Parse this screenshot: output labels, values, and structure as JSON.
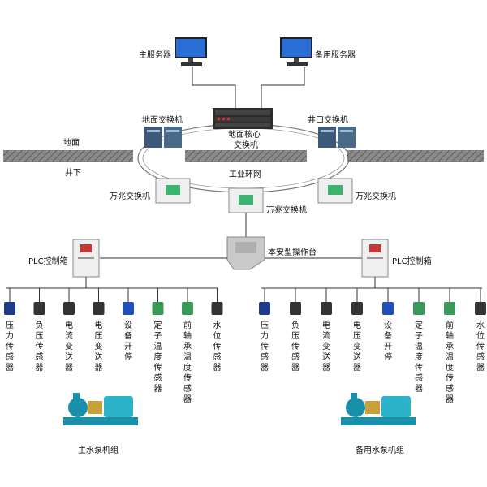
{
  "servers": {
    "main": "主服务器",
    "backup": "备用服务器"
  },
  "switches": {
    "ground": "地面交换机",
    "core_line1": "地面核心",
    "core_line2": "交换机",
    "shaft": "井口交换机",
    "gig_left": "万兆交换机",
    "gig_center": "万兆交换机",
    "gig_right": "万兆交换机"
  },
  "levels": {
    "surface": "地面",
    "underground": "井下"
  },
  "ring_label": "工业环网",
  "console": "本安型操作台",
  "plc": {
    "left": "PLC控制箱",
    "right": "PLC控制箱"
  },
  "sensors": [
    "压力传感器",
    "负压传感器",
    "电流变送器",
    "电压变送器",
    "设备开停",
    "定子温度传感器",
    "前轴承温度传感器",
    "水位传感器"
  ],
  "pumps": {
    "main": "主水泵机组",
    "backup": "备用水泵机组"
  },
  "colors": {
    "pump_body": "#1a8fa8",
    "pump_motor": "#2bb3c9",
    "cabinet": "#f0f0f0",
    "cabinet_window": "#3cb371",
    "monitor_screen": "#2a6fd6",
    "ground_band": "#6e6e6e"
  }
}
